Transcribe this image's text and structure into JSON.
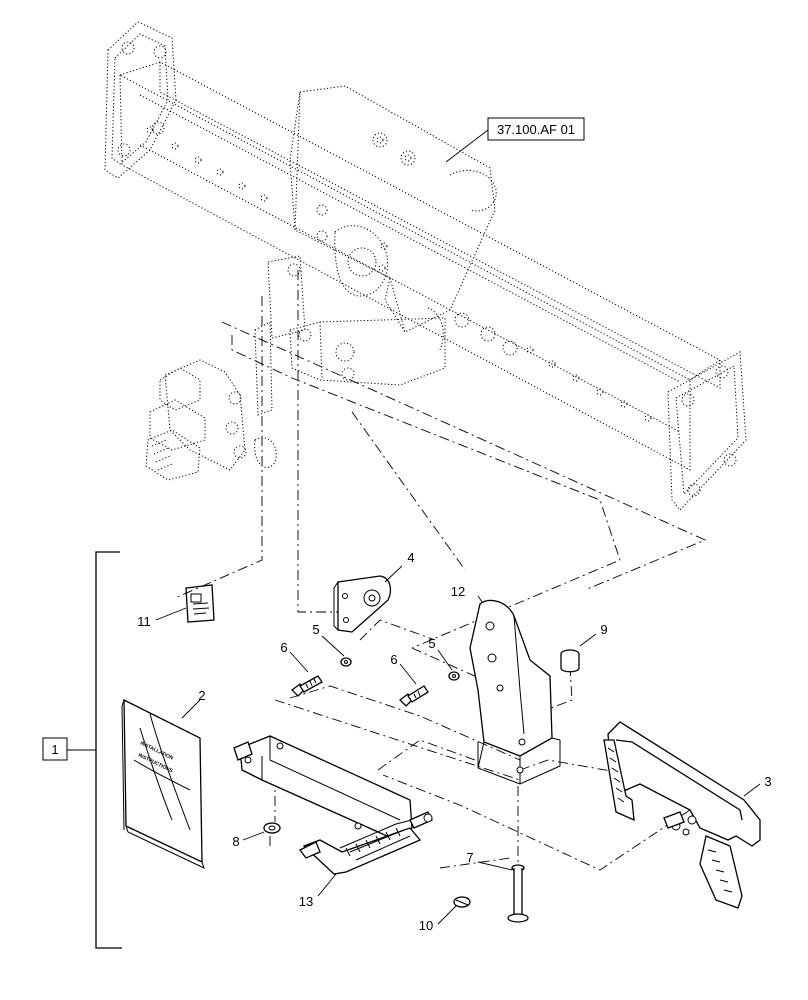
{
  "reference_label": "37.100.AF 01",
  "kit_label": "1",
  "callouts": {
    "c2": "2",
    "c3": "3",
    "c4": "4",
    "c5a": "5",
    "c5b": "5",
    "c6a": "6",
    "c6b": "6",
    "c7": "7",
    "c8": "8",
    "c9": "9",
    "c10": "10",
    "c11": "11",
    "c12": "12",
    "c13": "13"
  },
  "book_cover_text": [
    "INSTALLATION",
    "INSTRUCTIONS"
  ]
}
